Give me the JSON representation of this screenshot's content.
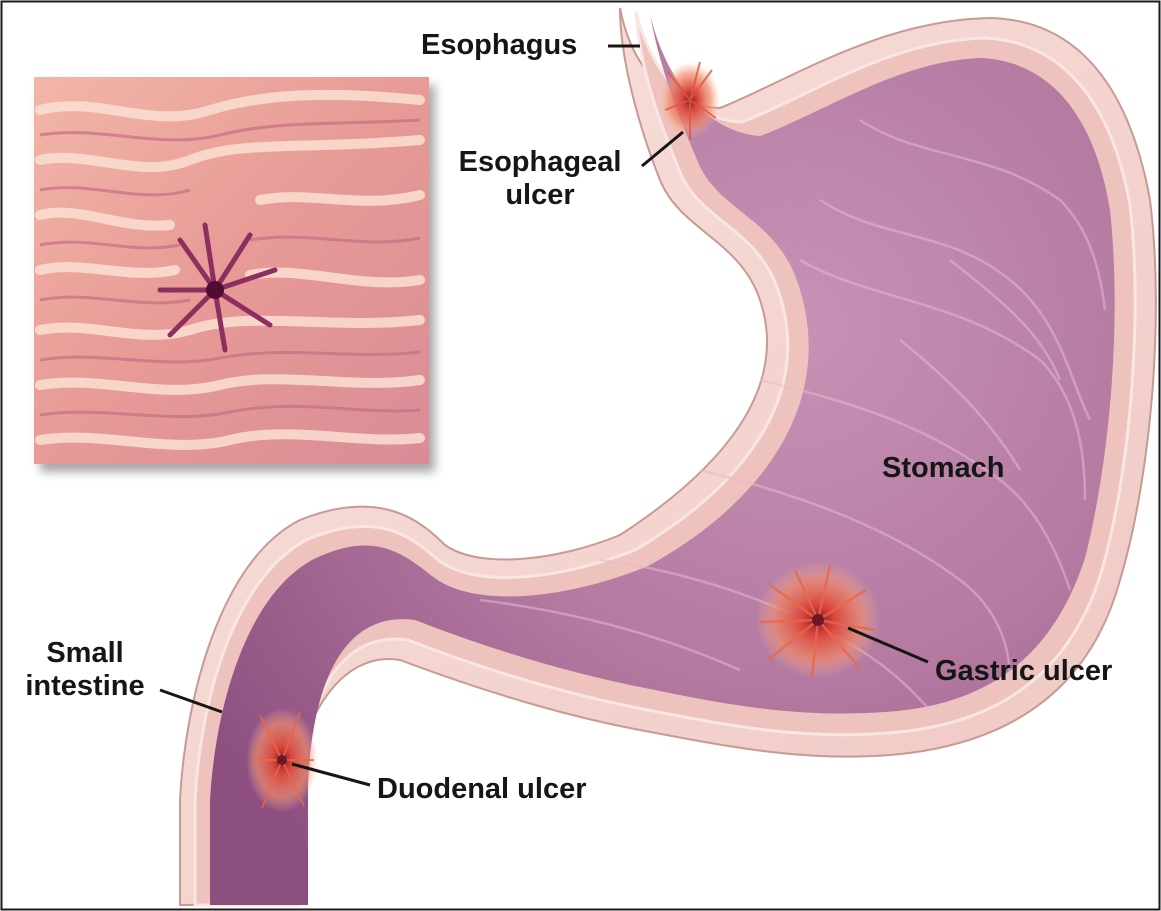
{
  "labels": {
    "esophagus": "Esophagus",
    "esophageal_ulcer_line1": "Esophageal",
    "esophageal_ulcer_line2": "ulcer",
    "stomach": "Stomach",
    "gastric_ulcer": "Gastric ulcer",
    "small_intestine_line1": "Small",
    "small_intestine_line2": "intestine",
    "duodenal_ulcer": "Duodenal ulcer"
  },
  "colors": {
    "background": "#ffffff",
    "frame_border": "#1a1a1a",
    "wall_outer": "#f6dcd6",
    "wall_layer": "#e9b9b3",
    "lumen": "#b978a2",
    "lumen_dark": "#8a4b7b",
    "ulcer": "#e85d4a",
    "ulcer_center": "#7a1c2e",
    "inset_light": "#f7c8b0",
    "inset_dark": "#b04c6a",
    "label_text": "#161616"
  }
}
